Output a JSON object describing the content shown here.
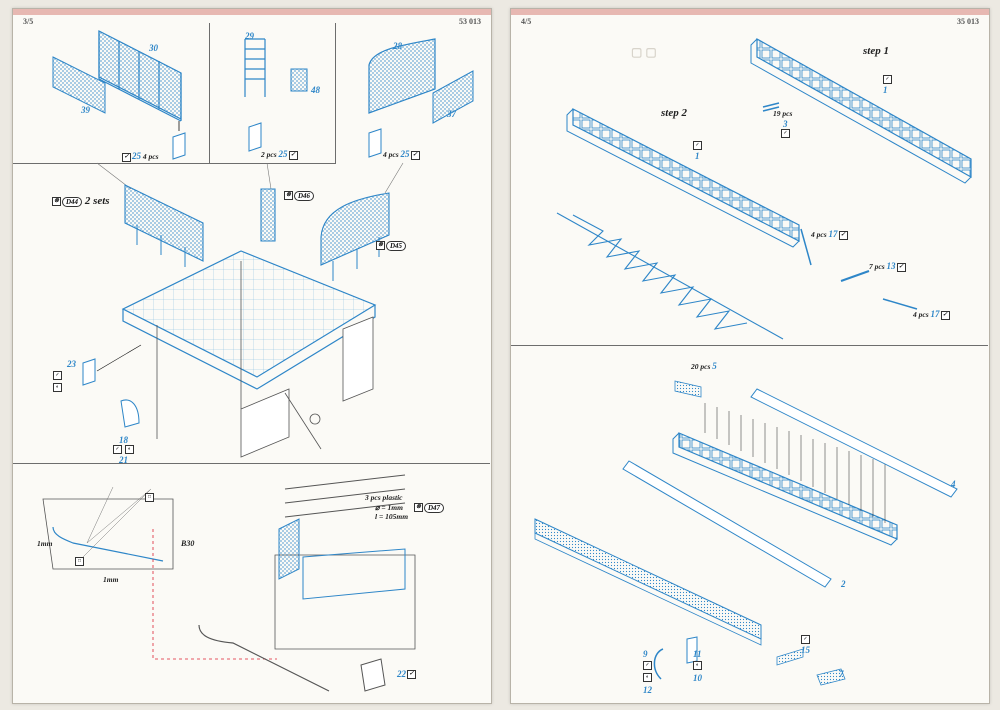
{
  "pages": {
    "left": {
      "page_num": "3/5",
      "code": "53 013"
    },
    "right": {
      "page_num": "4/5",
      "code": "35 013"
    }
  },
  "left": {
    "p1": {
      "part_a": "30",
      "part_b": "39",
      "qty": "4 pcs",
      "part_c": "25"
    },
    "p2": {
      "part_a": "29",
      "part_b": "48",
      "qty": "2 pcs",
      "part_c": "25"
    },
    "p3": {
      "part_a": "28",
      "part_b": "37",
      "qty": "4 pcs",
      "part_c": "25"
    },
    "main": {
      "ref_a": "D44",
      "sets": "2 sets",
      "ref_b": "D46",
      "ref_c": "D45",
      "part_23": "23",
      "part_18": "18",
      "part_21": "21"
    },
    "bottom": {
      "b30": "B30",
      "dim_1": "1mm",
      "dim_2": "1mm",
      "plastic": "3 pcs plastic",
      "diam": "⌀ = 1mm",
      "length": "l = 105mm",
      "ref_d": "D47",
      "part_22": "22"
    }
  },
  "right": {
    "step1": {
      "title": "step 1",
      "part_1": "1",
      "qty": "19 pcs",
      "part_3": "3"
    },
    "step2": {
      "title": "step 2",
      "part_1": "1",
      "qty_a": "4 pcs",
      "part_17a": "17",
      "qty_b": "7 pcs",
      "part_13": "13",
      "qty_c": "4 pcs",
      "part_17b": "17"
    },
    "lower": {
      "qty": "20 pcs",
      "part_5": "5",
      "part_4": "4",
      "part_2": "2",
      "part_15": "15",
      "part_7": "7",
      "part_9": "9",
      "part_12": "12",
      "part_11": "11",
      "part_10": "10"
    }
  },
  "colors": {
    "part_blue": "#2e86c8",
    "line": "#6d6d6d",
    "paper": "#fbfaf6"
  }
}
